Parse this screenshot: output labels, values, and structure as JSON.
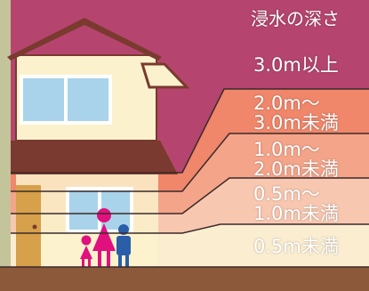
{
  "title": "浸水の深さ",
  "levels": [
    {
      "label_lines": [
        "3.0m以上"
      ],
      "color": "#b5456e"
    },
    {
      "label_lines": [
        "2.0m～",
        "3.0m未満"
      ],
      "color": "#f0866a"
    },
    {
      "label_lines": [
        "1.0m～",
        "2.0m未満"
      ],
      "color": "#f4a489"
    },
    {
      "label_lines": [
        "0.5m～",
        "1.0m未満"
      ],
      "color": "#f8c7b0"
    },
    {
      "label_lines": [
        "0.5m未満"
      ],
      "color": "#fbedd0"
    }
  ],
  "colors": {
    "frame_green": "#c4c49a",
    "house_wall": "#fbf2cd",
    "roof_brown": "#7a3a2f",
    "ground_brown": "#8c5a3a",
    "window_blue": "#a9d3ea",
    "door_orange": "#d7a04a",
    "person_pink": "#e0107e",
    "person_blue": "#2a5ea9"
  }
}
